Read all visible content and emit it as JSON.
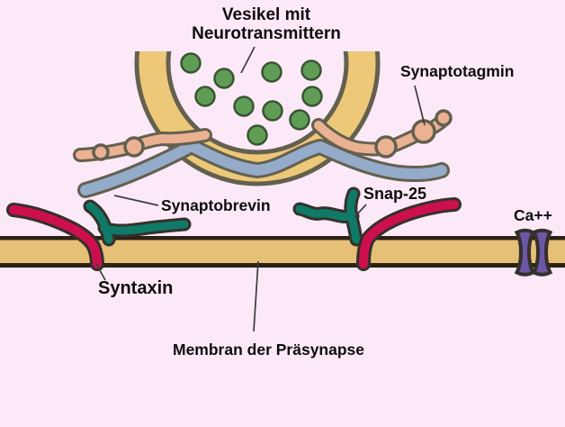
{
  "title": "Vesikel mit\nNeurotransmittern",
  "labels": {
    "synaptotagmin": "Synaptotagmin",
    "synaptobrevin": "Synaptobrevin",
    "snap25": "Snap-25",
    "syntaxin": "Syntaxin",
    "membrane": "Membran der Präsynapse",
    "calcium": "Ca++"
  },
  "neurotransmitter_count": 10,
  "colors": {
    "bg": "#fce9f7",
    "membraneTan": "#e7c077",
    "vesicleTan": "#edc878",
    "outline": "#64604f",
    "dark": "#35302c",
    "membraneLine": "#2b2117",
    "green": "#5f9d55",
    "greenOutline": "#3a5434",
    "salmon": "#eab193",
    "blue": "#94abc9",
    "teal": "#0f7a67",
    "red": "#ce0f4d",
    "purple": "#6b57a5",
    "ink": "#0d0d0d",
    "pointer": "#3c3c3c"
  }
}
